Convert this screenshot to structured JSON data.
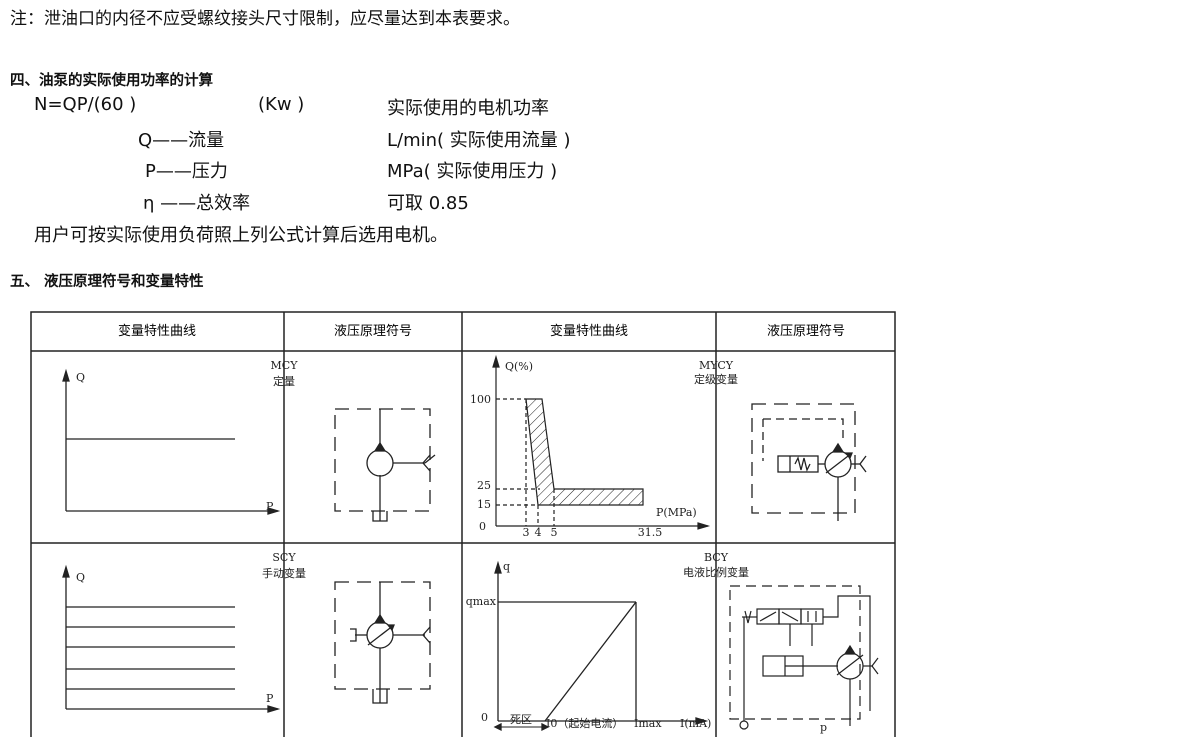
{
  "note": "注：泄油口的内径不应受螺纹接头尺寸限制，应尽量达到本表要求。",
  "section4": {
    "title": "四、油泵的实际使用功率的计算",
    "formula": "N=QP/(60 )",
    "unit": "(Kw )",
    "desc": "实际使用的电机功率",
    "vars": [
      {
        "sym": "Q——流量",
        "desc": "L/min( 实际使用流量 )"
      },
      {
        "sym": "P——压力",
        "desc": "MPa( 实际使用压力 )"
      },
      {
        "sym": "η ——总效率",
        "desc": "可取 0.85"
      }
    ],
    "footer": "用户可按实际使用负荷照上列公式计算后选用电机。"
  },
  "section5": {
    "title": "五、 液压原理符号和变量特性",
    "headers": [
      "变量特性曲线",
      "液压原理符号",
      "变量特性曲线",
      "液压原理符号"
    ],
    "cells": {
      "mcy": {
        "code": "MCY",
        "name": "定量",
        "q": "Q",
        "p": "P"
      },
      "mycy": {
        "code": "MYCY",
        "name": "定级变量",
        "q": "Q(%)",
        "p": "P(MPa)",
        "y_ticks": [
          "100",
          "25",
          "15",
          "0"
        ],
        "x_ticks": [
          "3",
          "4",
          "5",
          "31.5"
        ]
      },
      "scy": {
        "code": "SCY",
        "name": "手动变量",
        "q": "Q",
        "p": "P"
      },
      "bcy": {
        "code": "BCY",
        "name": "电液比例变量",
        "q": "q",
        "qmax": "qmax",
        "zero": "0",
        "dead": "死区",
        "i0": "I0（起始电流）",
        "imax": "Imax",
        "i": "I(mA)",
        "pport": "p"
      }
    }
  }
}
